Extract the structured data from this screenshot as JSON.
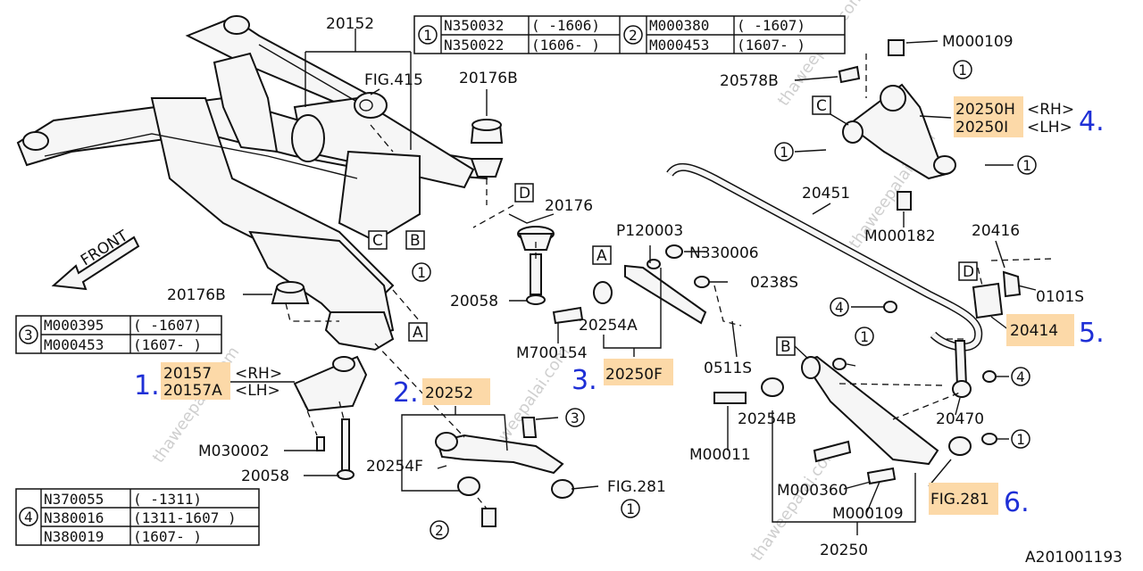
{
  "header_table": {
    "rows": [
      {
        "marker": "1",
        "parts": [
          {
            "code": "N350032",
            "range": "( -1606)"
          },
          {
            "code": "N350022",
            "range": "(1606- )"
          }
        ]
      },
      {
        "marker": "2",
        "parts": [
          {
            "code": "M000380",
            "range": "( -1607)"
          },
          {
            "code": "M000453",
            "range": "(1607- )"
          }
        ]
      }
    ]
  },
  "table3": {
    "marker": "3",
    "rows": [
      {
        "code": "M000395",
        "range": "( -1607)"
      },
      {
        "code": "M000453",
        "range": "(1607- )"
      }
    ]
  },
  "table4": {
    "marker": "4",
    "rows": [
      {
        "code": "N370055",
        "range": "( -1311)"
      },
      {
        "code": "N380016",
        "range": "(1311-1607 )"
      },
      {
        "code": "N380019",
        "range": "(1607- )"
      }
    ]
  },
  "labels": {
    "l20152": "20152",
    "fig415": "FIG.415",
    "l20176b_top": "20176B",
    "l20176b_left": "20176B",
    "l20176": "20176",
    "l20058_mid": "20058",
    "l20058_low": "20058",
    "p120003": "P120003",
    "n330006": "N330006",
    "l0238s": "0238S",
    "l20254a": "20254A",
    "m700154": "M700154",
    "l0511s": "0511S",
    "l20250f": "20250F",
    "l20157": "20157",
    "l20157_rh": "<RH>",
    "l20157a": "20157A",
    "l20157a_lh": "<LH>",
    "l20252": "20252",
    "m030002": "M030002",
    "l20254f": "20254F",
    "fig281_mid": "FIG.281",
    "m000109_top": "M000109",
    "l20578b": "20578B",
    "l20250h": "20250H",
    "l20250h_rh": "<RH>",
    "l20250i": "20250I",
    "l20250i_lh": "<LH>",
    "m000182": "M000182",
    "l20451": "20451",
    "l20416": "20416",
    "l0101s": "0101S",
    "l20414": "20414",
    "l20470": "20470",
    "l20254b": "20254B",
    "m00011": "M00011",
    "m000360": "M000360",
    "m000109_low": "M000109",
    "fig281_right": "FIG.281",
    "l20250": "20250",
    "doc_code": "A201001193",
    "front": "FRONT"
  },
  "box_letters": [
    "A",
    "B",
    "C",
    "D"
  ],
  "circle_markers": [
    "1",
    "2",
    "3",
    "4"
  ],
  "callout_numbers": [
    "1.",
    "2.",
    "3.",
    "4.",
    "5.",
    "6."
  ],
  "watermark": "thaweepalai.com",
  "colors": {
    "highlight": "#fcd9a8",
    "callout_blue": "#1e2fd6",
    "line": "#111111"
  }
}
